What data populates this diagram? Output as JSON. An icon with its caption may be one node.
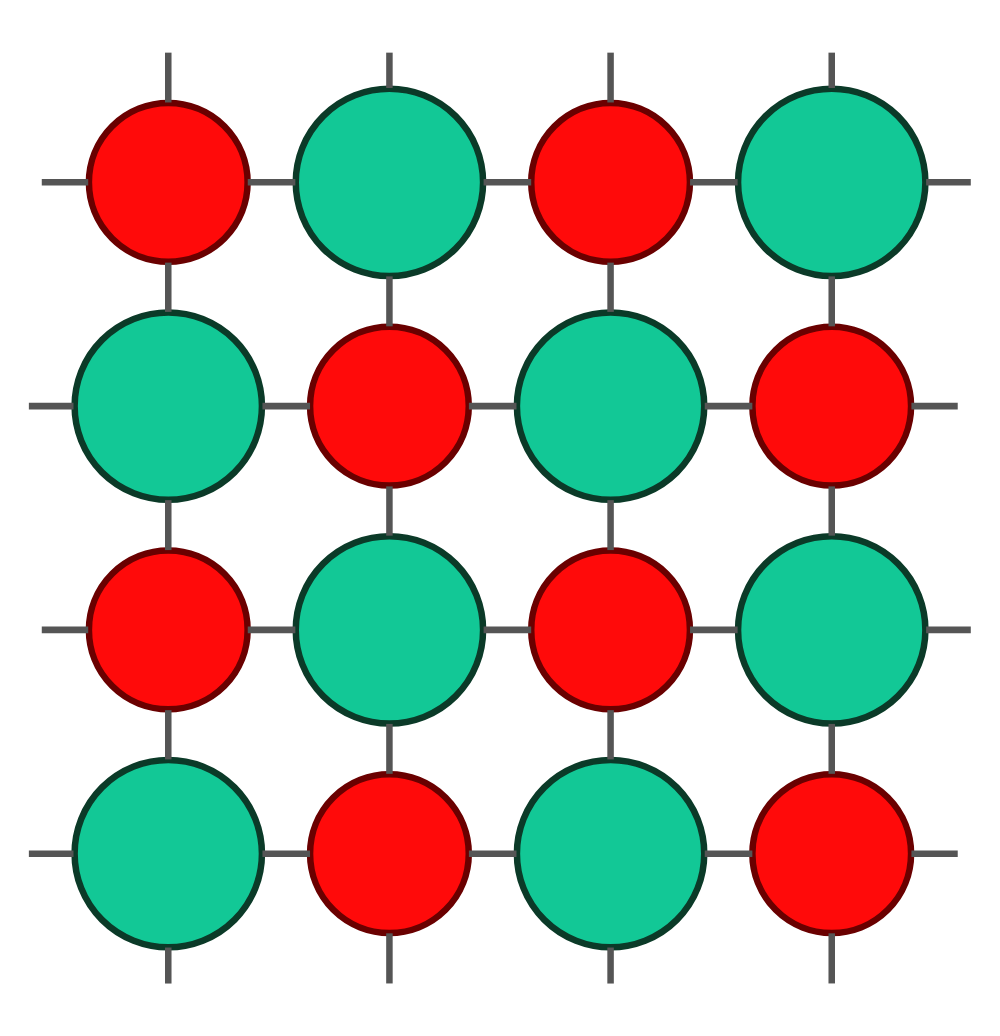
{
  "diagram": {
    "nodes": [
      {
        "text": [],
        "shape": "circle"
      },
      {
        "text": [],
        "shape": "circle"
      },
      {
        "text": [],
        "shape": "circle"
      },
      {
        "text": [],
        "shape": "circle"
      },
      {
        "text": [],
        "shape": "circle"
      },
      {
        "text": [],
        "shape": "circle"
      },
      {
        "text": [],
        "shape": "circle"
      },
      {
        "text": [],
        "shape": "circle"
      },
      {
        "text": [],
        "shape": "circle"
      },
      {
        "text": [],
        "shape": "circle"
      },
      {
        "text": [],
        "shape": "circle"
      },
      {
        "text": [],
        "shape": "circle"
      },
      {
        "text": [],
        "shape": "circle"
      },
      {
        "text": [],
        "shape": "circle"
      },
      {
        "text": [],
        "shape": "circle"
      },
      {
        "text": [],
        "shape": "circle"
      }
    ],
    "edges": [
      {
        "from": 0,
        "to": 1,
        "arrow": "none"
      },
      {
        "from": 1,
        "to": 2,
        "arrow": "none"
      },
      {
        "from": 2,
        "to": 3,
        "arrow": "none"
      },
      {
        "from": 4,
        "to": 5,
        "arrow": "none"
      },
      {
        "from": 5,
        "to": 6,
        "arrow": "none"
      },
      {
        "from": 6,
        "to": 7,
        "arrow": "none"
      },
      {
        "from": 8,
        "to": 9,
        "arrow": "none"
      },
      {
        "from": 9,
        "to": 10,
        "arrow": "none"
      },
      {
        "from": 10,
        "to": 11,
        "arrow": "none"
      },
      {
        "from": 12,
        "to": 13,
        "arrow": "none"
      },
      {
        "from": 13,
        "to": 14,
        "arrow": "none"
      },
      {
        "from": 14,
        "to": 15,
        "arrow": "none"
      },
      {
        "from": 0,
        "to": 4,
        "arrow": "none"
      },
      {
        "from": 1,
        "to": 5,
        "arrow": "none"
      },
      {
        "from": 2,
        "to": 6,
        "arrow": "none"
      },
      {
        "from": 3,
        "to": 7,
        "arrow": "none"
      },
      {
        "from": 4,
        "to": 8,
        "arrow": "none"
      },
      {
        "from": 5,
        "to": 9,
        "arrow": "none"
      },
      {
        "from": 6,
        "to": 10,
        "arrow": "none"
      },
      {
        "from": 7,
        "to": 11,
        "arrow": "none"
      },
      {
        "from": 8,
        "to": 12,
        "arrow": "none"
      },
      {
        "from": 9,
        "to": 13,
        "arrow": "none"
      },
      {
        "from": 10,
        "to": 14,
        "arrow": "none"
      },
      {
        "from": 11,
        "to": 15,
        "arrow": "none"
      },
      {
        "from": null,
        "to": 0,
        "arrow": "none"
      },
      {
        "from": null,
        "to": 1,
        "arrow": "none"
      },
      {
        "from": null,
        "to": 2,
        "arrow": "none"
      },
      {
        "from": null,
        "to": 3,
        "arrow": "none"
      },
      {
        "from": null,
        "to": 0,
        "arrow": "none"
      },
      {
        "from": null,
        "to": 4,
        "arrow": "none"
      },
      {
        "from": null,
        "to": 8,
        "arrow": "none"
      },
      {
        "from": null,
        "to": 12,
        "arrow": "none"
      },
      {
        "from": null,
        "to": 3,
        "arrow": "none"
      },
      {
        "from": null,
        "to": 7,
        "arrow": "none"
      },
      {
        "from": null,
        "to": 11,
        "arrow": "none"
      },
      {
        "from": null,
        "to": 15,
        "arrow": "none"
      },
      {
        "from": null,
        "to": 12,
        "arrow": "none"
      },
      {
        "from": null,
        "to": 13,
        "arrow": "none"
      },
      {
        "from": null,
        "to": 14,
        "arrow": "none"
      },
      {
        "from": null,
        "to": 15,
        "arrow": "none"
      }
    ]
  }
}
